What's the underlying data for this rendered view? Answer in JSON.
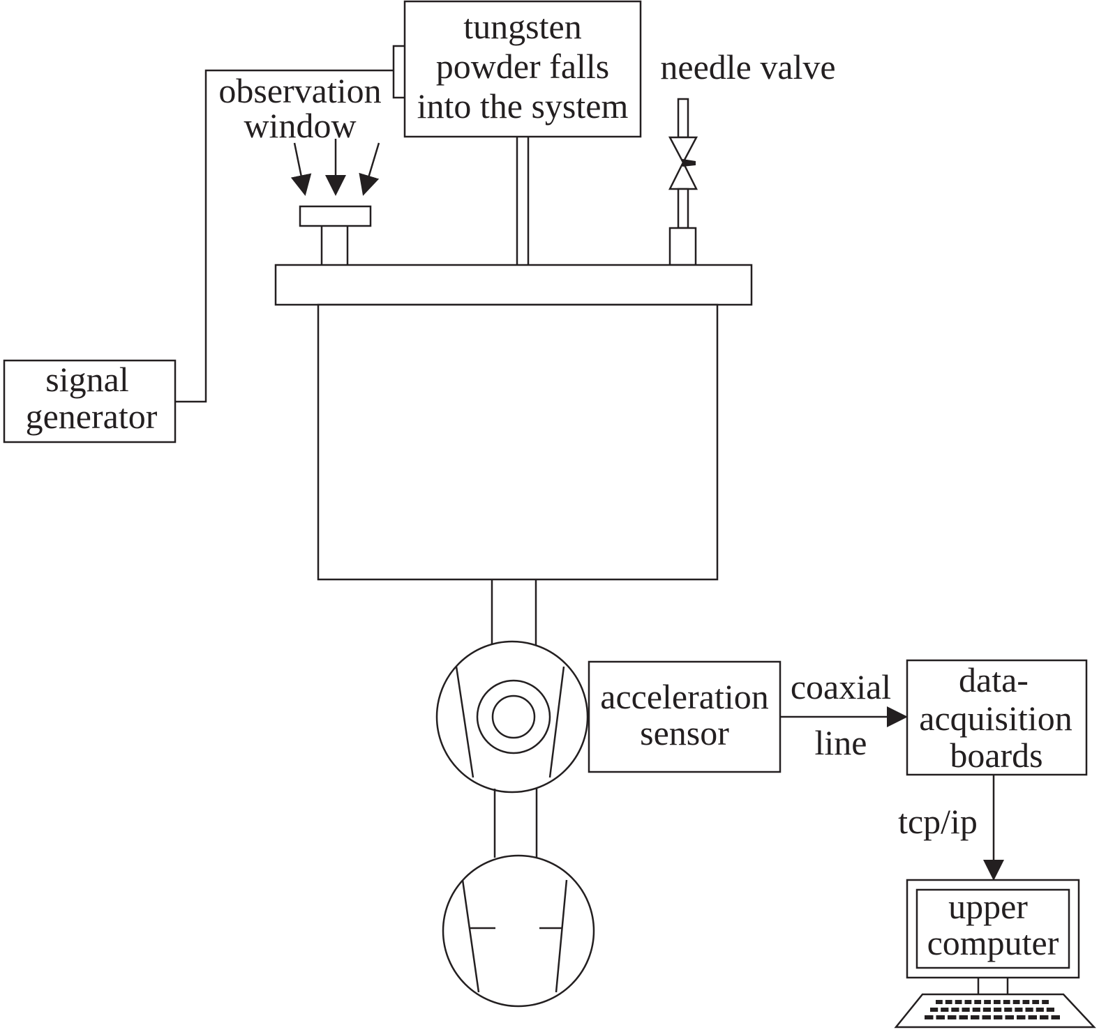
{
  "labels": {
    "tungsten_line1": "tungsten",
    "tungsten_line2": "powder falls",
    "tungsten_line3": "into the system",
    "needle_valve": "needle valve",
    "observation_line1": "observation",
    "observation_line2": "window",
    "signal_line1": "signal",
    "signal_line2": "generator",
    "accel_line1": "acceleration",
    "accel_line2": "sensor",
    "coaxial_line1": "coaxial",
    "coaxial_line2": "line",
    "daq_line1": "data-",
    "daq_line2": "acquisition",
    "daq_line3": "boards",
    "tcpip": "tcp/ip",
    "computer_line1": "upper",
    "computer_line2": "computer"
  },
  "colors": {
    "stroke": "#231f20",
    "background": "#ffffff"
  }
}
